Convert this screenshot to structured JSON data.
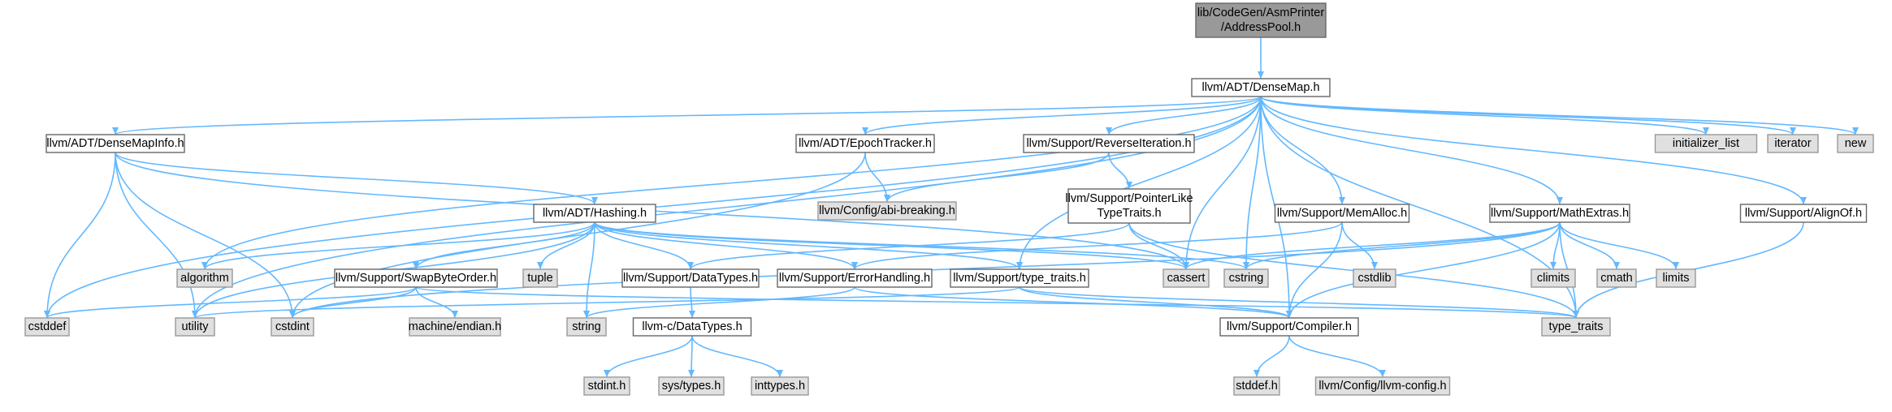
{
  "colors": {
    "root_fill": "#999999",
    "root_stroke": "#666666",
    "node_fill": "#ffffff",
    "node_stroke": "#666666",
    "system_fill": "#e0e0e0",
    "system_stroke": "#999999",
    "edge": "#63b8ff"
  },
  "nodes": [
    {
      "id": "addresspool",
      "lines": [
        "lib/CodeGen/AsmPrinter",
        "/AddressPool.h"
      ],
      "kind": "root"
    },
    {
      "id": "densemap",
      "lines": [
        "llvm/ADT/DenseMap.h"
      ],
      "kind": "project"
    },
    {
      "id": "densemapinfo",
      "lines": [
        "llvm/ADT/DenseMapInfo.h"
      ],
      "kind": "project"
    },
    {
      "id": "epochtracker",
      "lines": [
        "llvm/ADT/EpochTracker.h"
      ],
      "kind": "project"
    },
    {
      "id": "reverseiteration",
      "lines": [
        "llvm/Support/ReverseIteration.h"
      ],
      "kind": "project"
    },
    {
      "id": "initializer_list",
      "lines": [
        "initializer_list"
      ],
      "kind": "system"
    },
    {
      "id": "iterator",
      "lines": [
        "iterator"
      ],
      "kind": "system"
    },
    {
      "id": "new",
      "lines": [
        "new"
      ],
      "kind": "system"
    },
    {
      "id": "hashing",
      "lines": [
        "llvm/ADT/Hashing.h"
      ],
      "kind": "project"
    },
    {
      "id": "abibreaking",
      "lines": [
        "llvm/Config/abi-breaking.h"
      ],
      "kind": "system"
    },
    {
      "id": "pointerlike",
      "lines": [
        "llvm/Support/PointerLike",
        "TypeTraits.h"
      ],
      "kind": "project"
    },
    {
      "id": "memalloc",
      "lines": [
        "llvm/Support/MemAlloc.h"
      ],
      "kind": "project"
    },
    {
      "id": "mathextras",
      "lines": [
        "llvm/Support/MathExtras.h"
      ],
      "kind": "project"
    },
    {
      "id": "alignof",
      "lines": [
        "llvm/Support/AlignOf.h"
      ],
      "kind": "project"
    },
    {
      "id": "algorithm",
      "lines": [
        "algorithm"
      ],
      "kind": "system"
    },
    {
      "id": "tuple",
      "lines": [
        "tuple"
      ],
      "kind": "system"
    },
    {
      "id": "swapbyteorder",
      "lines": [
        "llvm/Support/SwapByteOrder.h"
      ],
      "kind": "project"
    },
    {
      "id": "supportdatatypes",
      "lines": [
        "llvm/Support/DataTypes.h"
      ],
      "kind": "project"
    },
    {
      "id": "errorhandling",
      "lines": [
        "llvm/Support/ErrorHandling.h"
      ],
      "kind": "project"
    },
    {
      "id": "typetraitsh",
      "lines": [
        "llvm/Support/type_traits.h"
      ],
      "kind": "project"
    },
    {
      "id": "cassert",
      "lines": [
        "cassert"
      ],
      "kind": "system"
    },
    {
      "id": "cstring",
      "lines": [
        "cstring"
      ],
      "kind": "system"
    },
    {
      "id": "cstdlib",
      "lines": [
        "cstdlib"
      ],
      "kind": "system"
    },
    {
      "id": "climits",
      "lines": [
        "climits"
      ],
      "kind": "system"
    },
    {
      "id": "cmath",
      "lines": [
        "cmath"
      ],
      "kind": "system"
    },
    {
      "id": "limits",
      "lines": [
        "limits"
      ],
      "kind": "system"
    },
    {
      "id": "cstddef",
      "lines": [
        "cstddef"
      ],
      "kind": "system"
    },
    {
      "id": "utility",
      "lines": [
        "utility"
      ],
      "kind": "system"
    },
    {
      "id": "cstdint",
      "lines": [
        "cstdint"
      ],
      "kind": "system"
    },
    {
      "id": "machineendian",
      "lines": [
        "machine/endian.h"
      ],
      "kind": "system"
    },
    {
      "id": "string",
      "lines": [
        "string"
      ],
      "kind": "system"
    },
    {
      "id": "cdatatypes",
      "lines": [
        "llvm-c/DataTypes.h"
      ],
      "kind": "project"
    },
    {
      "id": "compiler",
      "lines": [
        "llvm/Support/Compiler.h"
      ],
      "kind": "project"
    },
    {
      "id": "type_traits",
      "lines": [
        "type_traits"
      ],
      "kind": "system"
    },
    {
      "id": "stdinth",
      "lines": [
        "stdint.h"
      ],
      "kind": "system"
    },
    {
      "id": "systypes",
      "lines": [
        "sys/types.h"
      ],
      "kind": "system"
    },
    {
      "id": "inttypes",
      "lines": [
        "inttypes.h"
      ],
      "kind": "system"
    },
    {
      "id": "stddefh",
      "lines": [
        "stddef.h"
      ],
      "kind": "system"
    },
    {
      "id": "llvmconfig",
      "lines": [
        "llvm/Config/llvm-config.h"
      ],
      "kind": "system"
    }
  ],
  "edges": [
    [
      "addresspool",
      "densemap"
    ],
    [
      "densemap",
      "densemapinfo"
    ],
    [
      "densemap",
      "epochtracker"
    ],
    [
      "densemap",
      "reverseiteration"
    ],
    [
      "densemap",
      "initializer_list"
    ],
    [
      "densemap",
      "iterator"
    ],
    [
      "densemap",
      "new"
    ],
    [
      "densemap",
      "algorithm"
    ],
    [
      "densemap",
      "typetraitsh"
    ],
    [
      "densemap",
      "cassert"
    ],
    [
      "densemap",
      "cstring"
    ],
    [
      "densemap",
      "memalloc"
    ],
    [
      "densemap",
      "mathextras"
    ],
    [
      "densemap",
      "alignof"
    ],
    [
      "densemap",
      "cstddef"
    ],
    [
      "densemap",
      "utility"
    ],
    [
      "densemap",
      "compiler"
    ],
    [
      "densemap",
      "type_traits"
    ],
    [
      "densemapinfo",
      "hashing"
    ],
    [
      "densemapinfo",
      "cassert"
    ],
    [
      "densemapinfo",
      "cstddef"
    ],
    [
      "densemapinfo",
      "utility"
    ],
    [
      "densemapinfo",
      "cstdint"
    ],
    [
      "epochtracker",
      "abibreaking"
    ],
    [
      "epochtracker",
      "cstdint"
    ],
    [
      "reverseiteration",
      "abibreaking"
    ],
    [
      "reverseiteration",
      "pointerlike"
    ],
    [
      "hashing",
      "algorithm"
    ],
    [
      "hashing",
      "tuple"
    ],
    [
      "hashing",
      "swapbyteorder"
    ],
    [
      "hashing",
      "supportdatatypes"
    ],
    [
      "hashing",
      "errorhandling"
    ],
    [
      "hashing",
      "typetraitsh"
    ],
    [
      "hashing",
      "cassert"
    ],
    [
      "hashing",
      "cstring"
    ],
    [
      "hashing",
      "string"
    ],
    [
      "hashing",
      "utility"
    ],
    [
      "pointerlike",
      "supportdatatypes"
    ],
    [
      "pointerlike",
      "cassert"
    ],
    [
      "pointerlike",
      "type_traits"
    ],
    [
      "memalloc",
      "errorhandling"
    ],
    [
      "memalloc",
      "compiler"
    ],
    [
      "memalloc",
      "cstdlib"
    ],
    [
      "mathextras",
      "cassert"
    ],
    [
      "mathextras",
      "cstring"
    ],
    [
      "mathextras",
      "climits"
    ],
    [
      "mathextras",
      "cmath"
    ],
    [
      "mathextras",
      "limits"
    ],
    [
      "mathextras",
      "compiler"
    ],
    [
      "mathextras",
      "cstdint"
    ],
    [
      "mathextras",
      "type_traits"
    ],
    [
      "alignof",
      "type_traits"
    ],
    [
      "swapbyteorder",
      "cstddef"
    ],
    [
      "swapbyteorder",
      "cstdint"
    ],
    [
      "swapbyteorder",
      "machineendian"
    ],
    [
      "swapbyteorder",
      "type_traits"
    ],
    [
      "supportdatatypes",
      "cdatatypes"
    ],
    [
      "errorhandling",
      "compiler"
    ],
    [
      "errorhandling",
      "string"
    ],
    [
      "typetraitsh",
      "compiler"
    ],
    [
      "typetraitsh",
      "type_traits"
    ],
    [
      "typetraitsh",
      "utility"
    ],
    [
      "cdatatypes",
      "stdinth"
    ],
    [
      "cdatatypes",
      "systypes"
    ],
    [
      "cdatatypes",
      "inttypes"
    ],
    [
      "compiler",
      "stddefh"
    ],
    [
      "compiler",
      "llvmconfig"
    ]
  ]
}
